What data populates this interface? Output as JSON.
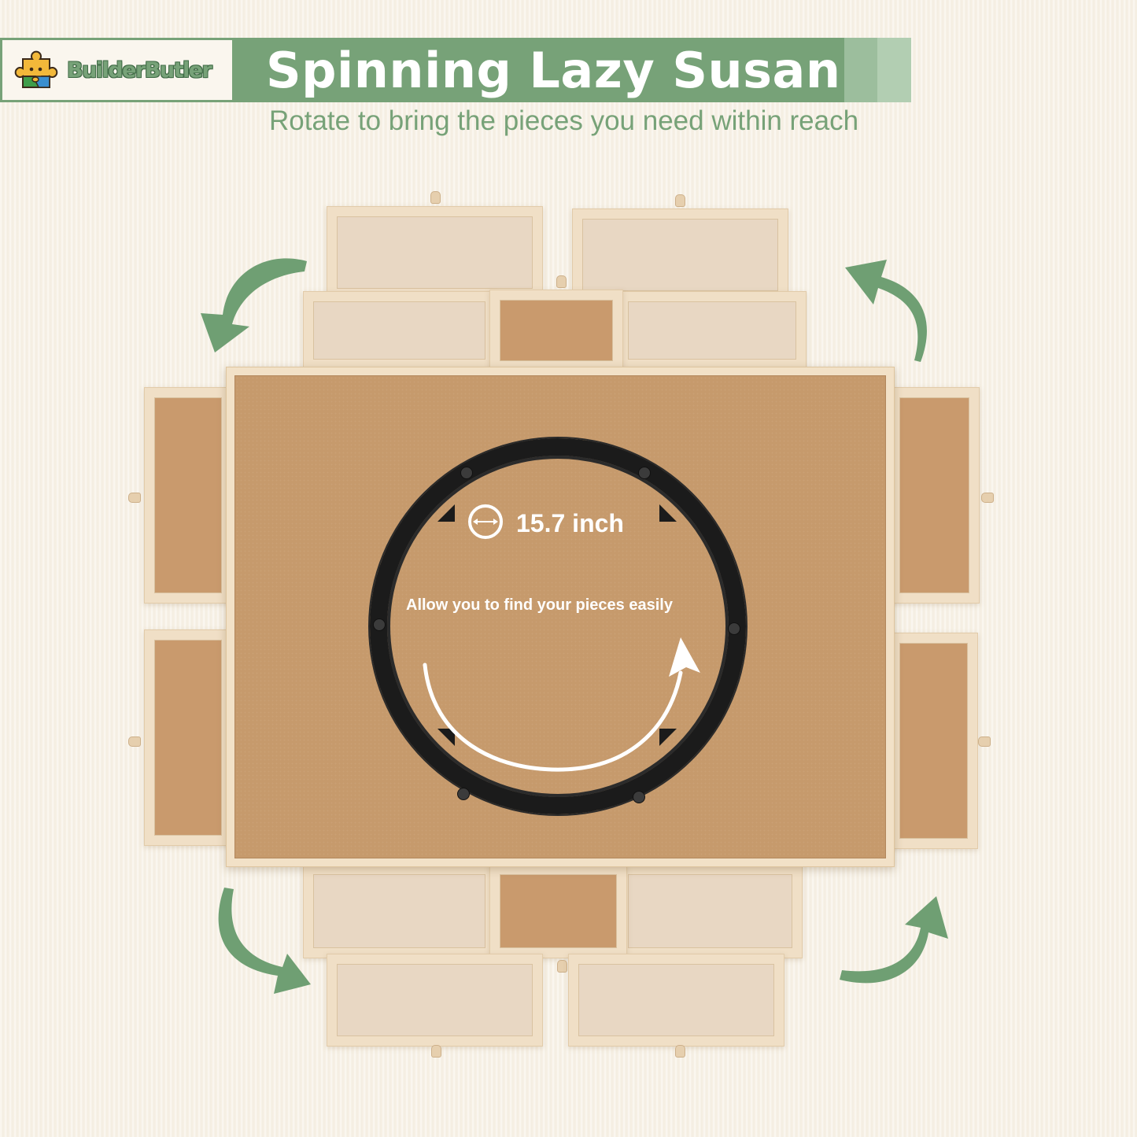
{
  "brand": {
    "name": "BuilderButler",
    "logo_icon": "puzzle-piece-icon"
  },
  "header": {
    "title": "Spinning Lazy Susan",
    "subtitle": "Rotate to bring the pieces you need within reach"
  },
  "product": {
    "diameter_label": "15.7 inch",
    "diameter_icon": "diameter-icon",
    "feature_text": "Allow you to find your pieces easily",
    "drawers_count": 8,
    "rotation_arrows": [
      "rotate-arrow-top-left",
      "rotate-arrow-top-right",
      "rotate-arrow-bottom-left",
      "rotate-arrow-bottom-right"
    ]
  },
  "colors": {
    "brand_green": "#77a278",
    "stripe_light_1": "#9cbe9d",
    "stripe_light_2": "#b2ceb2",
    "background": "#f7f1e6",
    "wood_frame": "#f0dfc6",
    "mdf_board": "#c69a6c",
    "ring_black": "#1b1b1b"
  }
}
